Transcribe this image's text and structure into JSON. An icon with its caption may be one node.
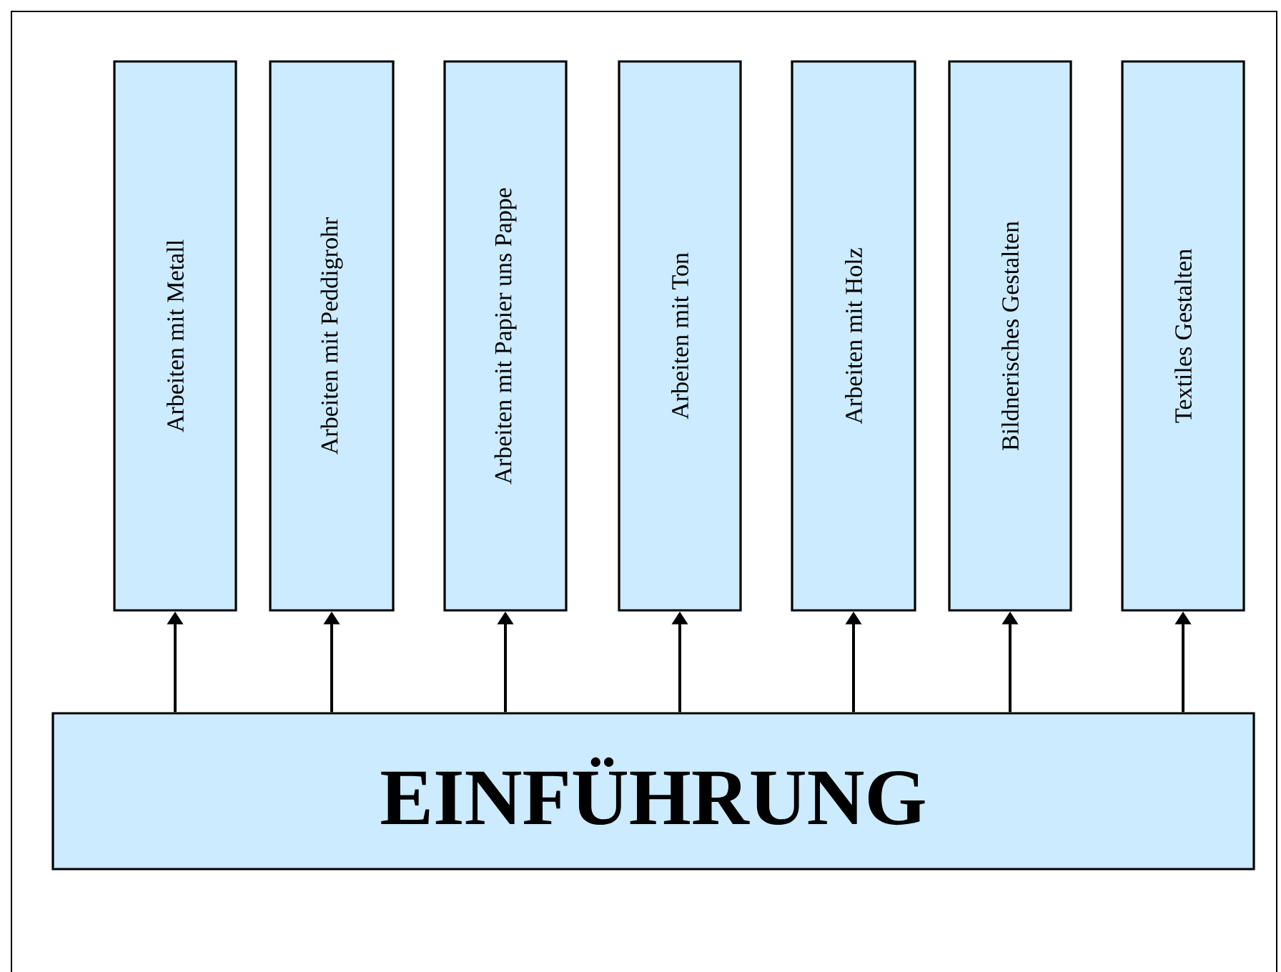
{
  "diagram": {
    "nodes": [
      {
        "text": [
          "Arbeiten mit Metall"
        ]
      },
      {
        "text": [
          "Arbeiten mit Peddigrohr"
        ]
      },
      {
        "text": [
          "Arbeiten mit Papier uns Pappe"
        ]
      },
      {
        "text": [
          "Arbeiten mit Ton"
        ]
      },
      {
        "text": [
          "Arbeiten mit Holz"
        ]
      },
      {
        "text": [
          "Bildnerisches Gestalten"
        ]
      },
      {
        "text": [
          "Textiles Gestalten"
        ]
      },
      {
        "text": [
          "EINFÜHRUNG"
        ]
      }
    ],
    "edges": [
      {
        "from": 7,
        "to": 0,
        "arrow": "to"
      },
      {
        "from": 7,
        "to": 1,
        "arrow": "to"
      },
      {
        "from": 7,
        "to": 2,
        "arrow": "to"
      },
      {
        "from": 7,
        "to": 3,
        "arrow": "to"
      },
      {
        "from": 7,
        "to": 4,
        "arrow": "to"
      },
      {
        "from": 7,
        "to": 5,
        "arrow": "to"
      },
      {
        "from": 7,
        "to": 6,
        "arrow": "to"
      }
    ]
  }
}
